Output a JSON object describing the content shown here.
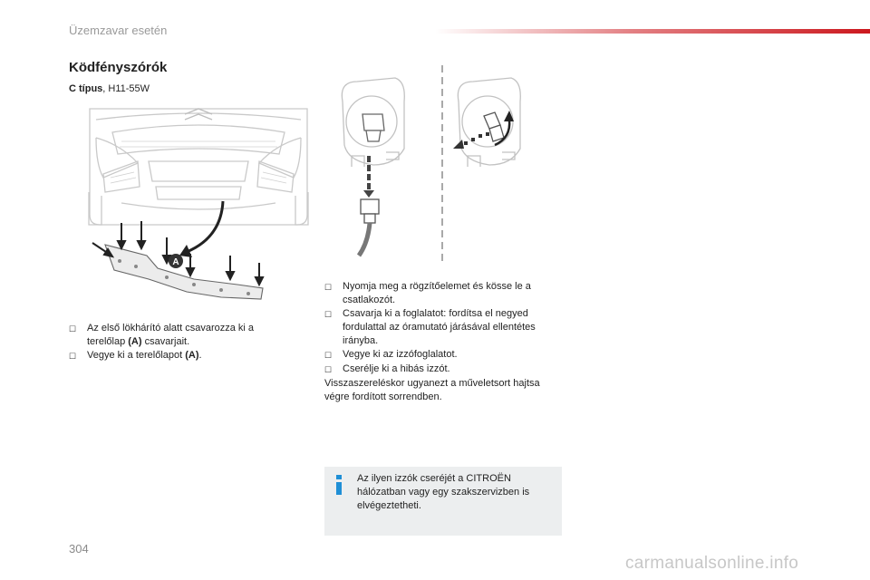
{
  "header": {
    "chapter": "Üzemzavar esetén"
  },
  "section": {
    "title": "Ködfényszórók",
    "type_label": "C típus",
    "type_value": ", H11-55W"
  },
  "left_steps": [
    {
      "parts": [
        "Az első lökhárító alatt csavarozza ki a terelőlap ",
        "(A)",
        " csavarjait."
      ]
    },
    {
      "parts": [
        "Vegye ki a terelőlapot ",
        "(A)",
        "."
      ]
    }
  ],
  "right_steps": [
    "Nyomja meg a rögzítőelemet és kösse le a csatlakozót.",
    "Csavarja ki a foglalatot: fordítsa el negyed fordulattal az óramutató járásával ellentétes irányba.",
    "Vegye ki az izzófoglalatot.",
    "Cserélje ki a hibás izzót."
  ],
  "reassembly_note": "Visszaszereléskor ugyanezt a műveletsort hajtsa végre fordított sorrendben.",
  "illustration": {
    "marker_label": "A"
  },
  "info": {
    "text": "Az ilyen izzók cseréjét a CITROËN hálózatban vagy egy szakszervizben is elvégeztetheti."
  },
  "footer": {
    "page_number": "304",
    "watermark": "carmanualsonline.info"
  },
  "colors": {
    "accent_red": "#cc181e",
    "info_blue": "#1f8fd6",
    "info_bg": "#eceeef"
  }
}
